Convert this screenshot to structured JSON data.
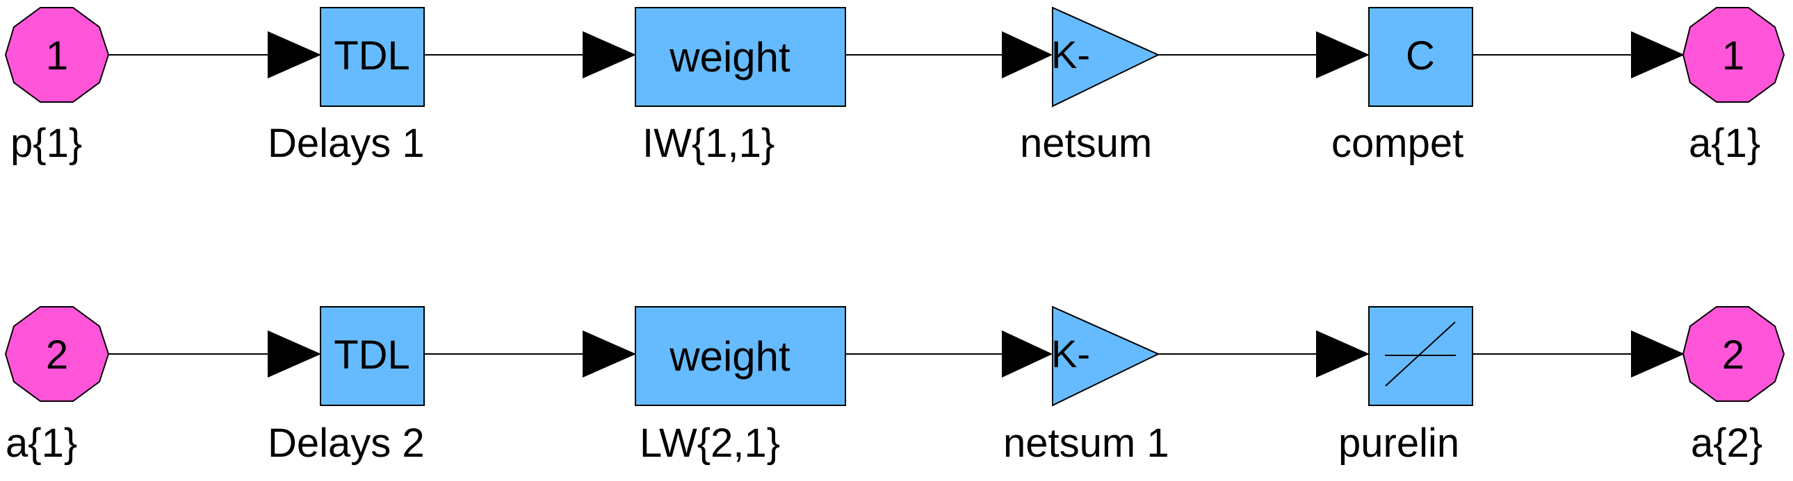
{
  "colors": {
    "port_fill": "#ff55d9",
    "block_fill": "#66bbff",
    "stroke": "#000000",
    "background": "#ffffff"
  },
  "rows": [
    {
      "inport": {
        "number": "1",
        "label": "p{1}"
      },
      "tdl": {
        "text": "TDL",
        "label": "Delays  1"
      },
      "weight": {
        "text": "weight",
        "label": "IW{1,1}"
      },
      "gain": {
        "text": "K-",
        "label": "netsum"
      },
      "transfer": {
        "text": "C",
        "icon": "competitive-c",
        "label": "compet"
      },
      "outport": {
        "number": "1",
        "label": "a{1}"
      }
    },
    {
      "inport": {
        "number": "2",
        "label": "a{1}"
      },
      "tdl": {
        "text": "TDL",
        "label": "Delays  2"
      },
      "weight": {
        "text": "weight",
        "label": "LW{2,1}"
      },
      "gain": {
        "text": "K-",
        "label": "netsum 1"
      },
      "transfer": {
        "text": "",
        "icon": "linear-slope-icon",
        "label": "purelin"
      },
      "outport": {
        "number": "2",
        "label": "a{2}"
      }
    }
  ]
}
